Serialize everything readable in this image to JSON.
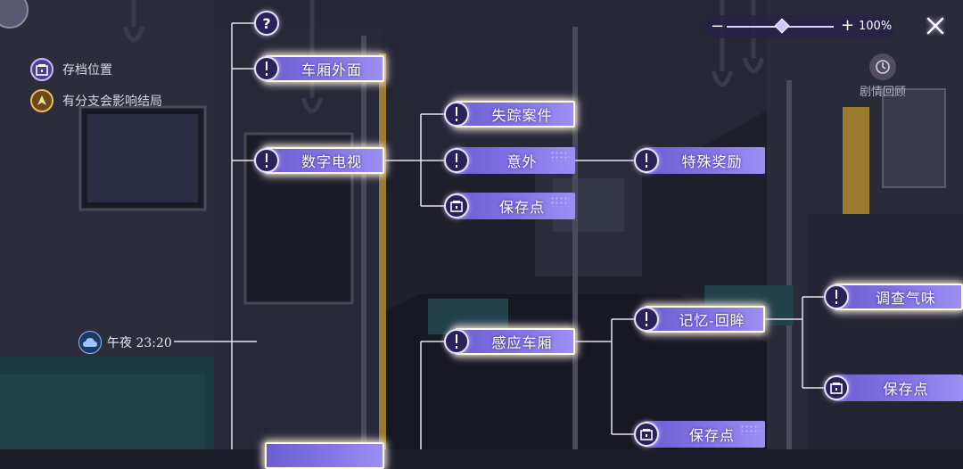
{
  "legend": {
    "save_label": "存档位置",
    "branch_label": "有分支会影响结局"
  },
  "timeline": {
    "time_label": "午夜 23:20"
  },
  "zoom": {
    "minus": "−",
    "plus": "+",
    "percent": "100%"
  },
  "close": {
    "label": "X"
  },
  "recall": {
    "label": "剧情回顾"
  },
  "question_node": {
    "symbol": "?"
  },
  "nodes": {
    "car_outside": "车厢外面",
    "digital_tv": "数字电视",
    "missing_case": "失踪案件",
    "accident": "意外",
    "save_point_1": "保存点",
    "special_reward": "特殊奖励",
    "sense_car": "感应车厢",
    "memory_glance": "记忆-回眸",
    "save_point_2": "保存点",
    "investigate_smell": "调查气味",
    "save_point_3": "保存点"
  },
  "colors": {
    "node_fill": "#7a6ae0",
    "glow": "#fffbe0",
    "line": "#e8e6f0"
  }
}
